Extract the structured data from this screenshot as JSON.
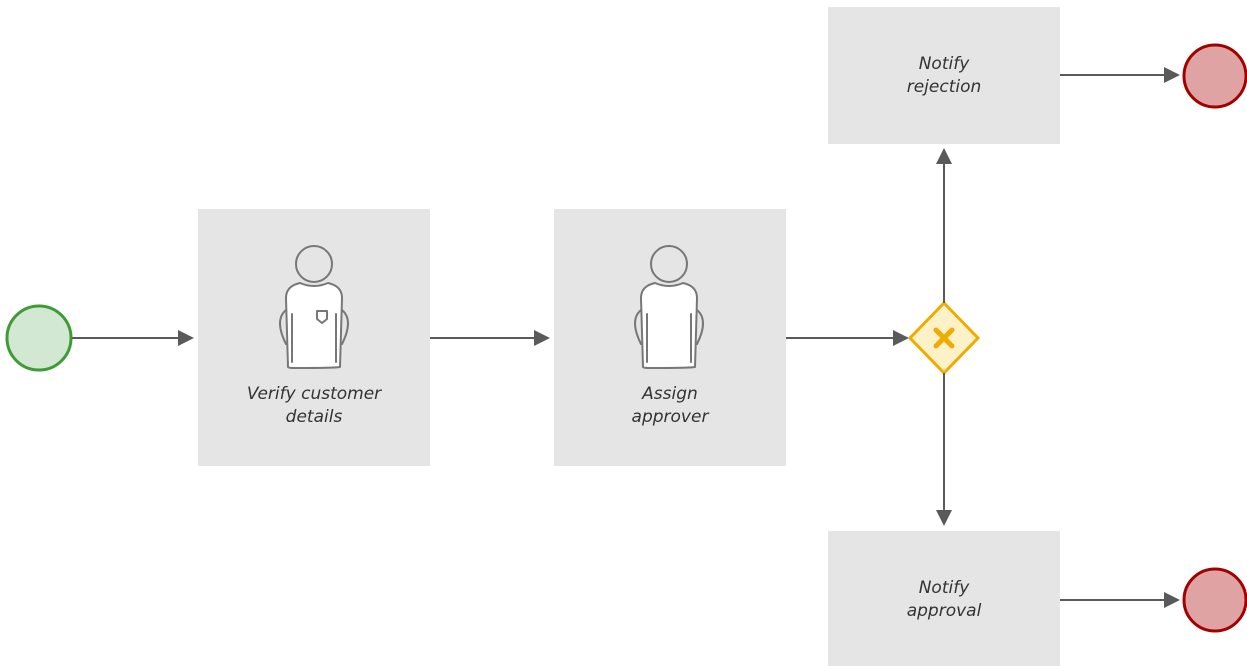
{
  "tasks": {
    "verify": {
      "line1": "Verify customer",
      "line2": "details",
      "icon": "user-icon"
    },
    "assign": {
      "line1": "Assign",
      "line2": "approver",
      "icon": "user-icon"
    },
    "notify_rejection": {
      "line1": "Notify",
      "line2": "rejection"
    },
    "notify_approval": {
      "line1": "Notify",
      "line2": "approval"
    }
  },
  "gateway": {
    "type": "exclusive",
    "icon": "x-icon"
  },
  "colors": {
    "task_fill": "#e5e5e5",
    "start_fill": "#d2e8d2",
    "start_stroke": "#3f9c35",
    "end_fill": "#e0a3a3",
    "end_stroke": "#a30000",
    "gateway_fill": "#fdf1c7",
    "gateway_stroke": "#f0ab00",
    "flow_color": "#5a5a5a"
  }
}
